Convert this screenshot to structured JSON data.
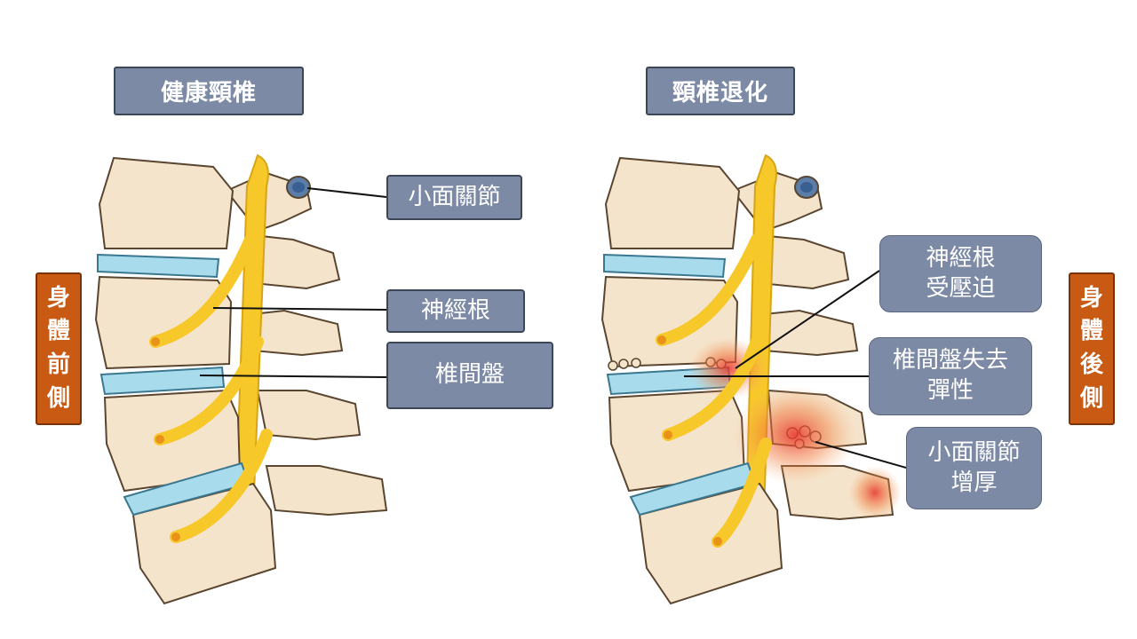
{
  "titles": {
    "healthy": "健康頸椎",
    "degenerated": "頸椎退化"
  },
  "side_labels": {
    "front": [
      "身",
      "體",
      "前",
      "側"
    ],
    "back": [
      "身",
      "體",
      "後",
      "側"
    ]
  },
  "healthy_labels": {
    "facet_joint": "小面關節",
    "nerve_root": "神經根",
    "disc": "椎間盤"
  },
  "degenerated_labels": {
    "nerve_compressed": "神經根\n受壓迫",
    "disc_elasticity_loss": "椎間盤失去\n彈性",
    "facet_thickening": "小面關節\n增厚"
  },
  "colors": {
    "label_bg": "#7d8aa6",
    "side_bg": "#c85a14",
    "bone": "#f5e4cc",
    "bone_outline": "#5a4630",
    "disc": "#a8dcec",
    "nerve": "#f7c82a",
    "inflammation": "#e8492a"
  },
  "icons": [
    "vertebra-icon",
    "nerve-root-icon",
    "intervertebral-disc-icon",
    "facet-joint-icon",
    "inflammation-icon"
  ]
}
